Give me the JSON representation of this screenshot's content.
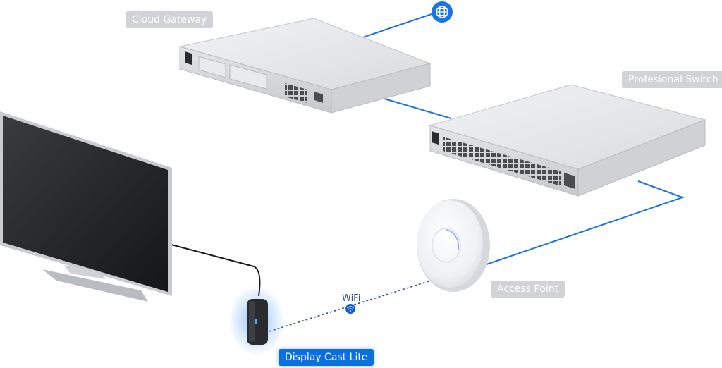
{
  "labels": {
    "cloud_gateway": "Cloud Gateway",
    "switch": "Profesional Switch",
    "access_point": "Access Point",
    "display_cast": "Display Cast Lite",
    "wifi": "WiFi"
  },
  "icons": {
    "internet": "globe-icon",
    "wireless": "wifi-icon"
  },
  "colors": {
    "link": "#1a73e8",
    "accent": "#0a6fe0",
    "label_gray": "#d2d3d6"
  }
}
